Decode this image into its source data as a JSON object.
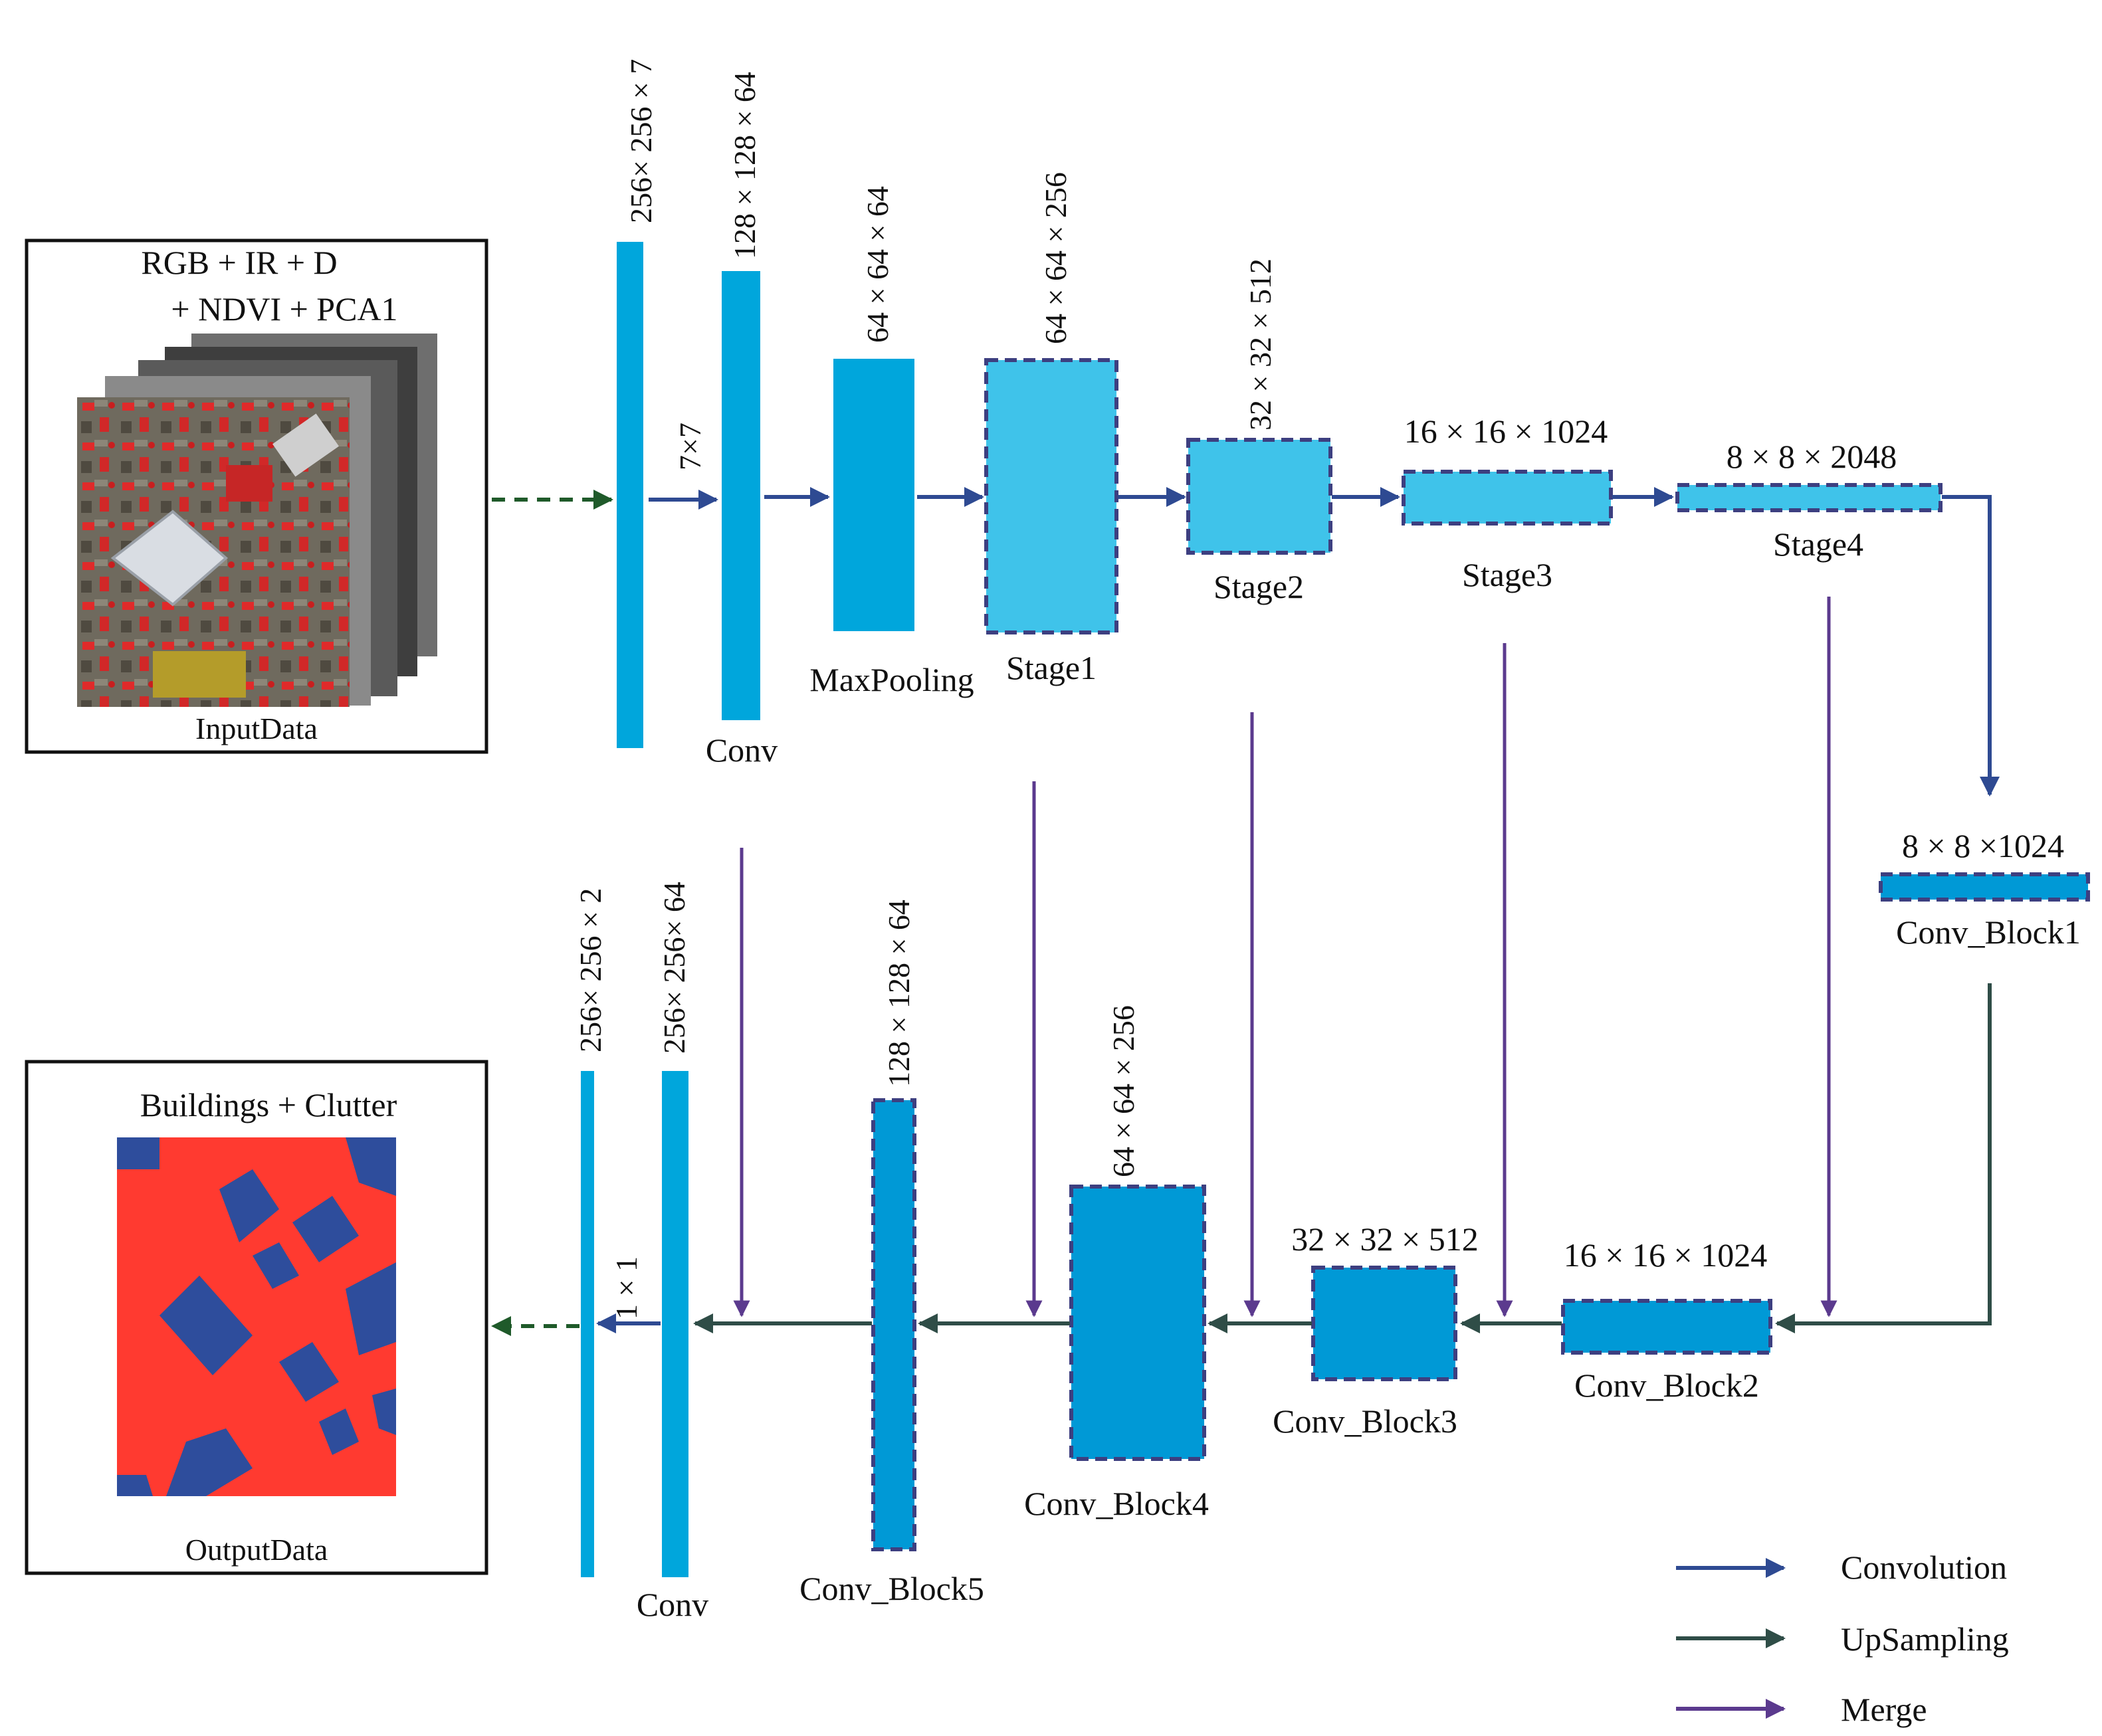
{
  "input_panel": {
    "title_line1": "RGB + IR + D",
    "title_line2": "+ NDVI + PCA1",
    "caption": "InputData"
  },
  "output_panel": {
    "title": "Buildings + Clutter",
    "caption": "OutputData"
  },
  "encoder": {
    "input_dim": "256× 256 × 7",
    "conv_dim": "128 × 128 × 64",
    "kernel": "7×7",
    "conv_label": "Conv",
    "maxpool_dim": "64 × 64 × 64",
    "maxpool_label": "MaxPooling",
    "stage1_dim": "64 × 64 × 256",
    "stage1_label": "Stage1",
    "stage2_dim": "32 × 32 × 512",
    "stage2_label": "Stage2",
    "stage3_dim": "16 × 16 × 1024",
    "stage3_label": "Stage3",
    "stage4_dim": "8 × 8 × 2048",
    "stage4_label": "Stage4"
  },
  "bridge": {
    "dim": "8 × 8 ×1024",
    "label": "Conv_Block1"
  },
  "decoder": {
    "block2_dim": "16 × 16 × 1024",
    "block2_label": "Conv_Block2",
    "block3_dim": "32 × 32 × 512",
    "block3_label": "Conv_Block3",
    "block4_dim": "64 × 64 × 256",
    "block4_label": "Conv_Block4",
    "block5_dim": "128 × 128 × 64",
    "block5_label": "Conv_Block5",
    "conv_dim": "256× 256× 64",
    "conv_label": "Conv",
    "out_dim": "256× 256 × 2",
    "kernel": "1 × 1"
  },
  "legend": {
    "convolution": "Convolution",
    "upsampling": "UpSampling",
    "merge": "Merge"
  },
  "colors": {
    "convolution": "#2e4a92",
    "upsampling": "#2f4d47",
    "merge": "#5b3a8e",
    "feature_solid": "#00a6dc",
    "feature_light": "#3fc3ea",
    "feature_dark": "#0099d6",
    "border_dash": "#3d3f80",
    "output_red": "#ff3a30",
    "output_blue": "#2e4d9c"
  }
}
